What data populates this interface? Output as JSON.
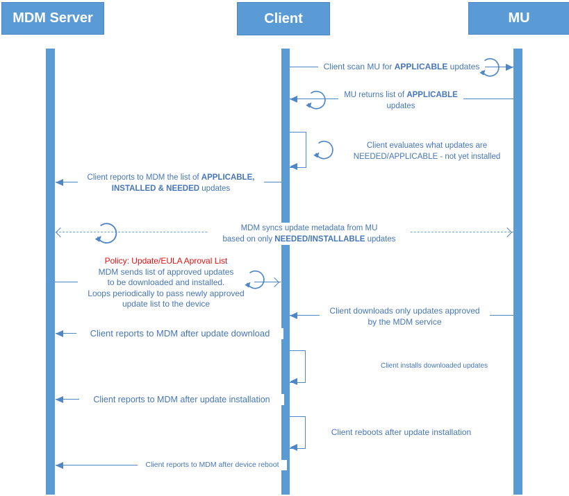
{
  "actors": [
    {
      "label": "MDM Server"
    },
    {
      "label": "Client"
    },
    {
      "label": "MU"
    }
  ],
  "colors": {
    "actor_fill": "#5b9bd5",
    "line_blue": "#4f86c6",
    "text_blue": "#4576b9",
    "policy_red": "#e41111"
  },
  "icons": {
    "sync_loop": "circular-refresh-arrow"
  },
  "messages": [
    {
      "name": "client-scan-mu",
      "from": "Client",
      "to": "MU",
      "lines": [
        [
          {
            "t": "Client scan MU for "
          },
          {
            "t": "APPLICABLE",
            "b": true
          },
          {
            "t": " updates"
          }
        ]
      ]
    },
    {
      "name": "mu-returns-applicable",
      "from": "MU",
      "to": "Client",
      "lines": [
        [
          {
            "t": "MU returns list of "
          },
          {
            "t": "APPLICABLE",
            "b": true
          }
        ],
        [
          {
            "t": "updates"
          }
        ]
      ]
    },
    {
      "name": "client-evaluates",
      "from": "Client",
      "to": "Client",
      "lines": [
        [
          {
            "t": "Client evaluates what updates are"
          }
        ],
        [
          {
            "t": "NEEDED/APPLICABLE - not yet installed"
          }
        ]
      ]
    },
    {
      "name": "client-reports-list",
      "from": "Client",
      "to": "MDM Server",
      "lines": [
        [
          {
            "t": "Client reports to MDM the list of "
          },
          {
            "t": "APPLICABLE,",
            "b": true
          }
        ],
        [
          {
            "t": "INSTALLED & NEEDED",
            "b": true
          },
          {
            "t": " updates"
          }
        ]
      ]
    },
    {
      "name": "mdm-syncs-metadata",
      "from": "MDM Server",
      "to": "MU",
      "style": "dashed-bidirectional",
      "lines": [
        [
          {
            "t": "MDM syncs update metadata from MU"
          }
        ],
        [
          {
            "t": "based on only "
          },
          {
            "t": "NEEDED/INSTALLABLE",
            "b": true
          },
          {
            "t": " updates"
          }
        ]
      ]
    },
    {
      "name": "mdm-sends-approved-list",
      "from": "MDM Server",
      "to": "Client",
      "policy": "Policy: Update/EULA Aproval List",
      "lines": [
        [
          {
            "t": "MDM sends list of approved updates"
          }
        ],
        [
          {
            "t": "to be downloaded and installed."
          }
        ],
        [
          {
            "t": "Loops periodically to pass newly approved"
          }
        ],
        [
          {
            "t": "update list to the device"
          }
        ]
      ]
    },
    {
      "name": "client-downloads-approved",
      "from": "MU",
      "to": "Client",
      "lines": [
        [
          {
            "t": "Client downloads only updates approved"
          }
        ],
        [
          {
            "t": "by the MDM service"
          }
        ]
      ]
    },
    {
      "name": "report-after-download",
      "from": "Client",
      "to": "MDM Server",
      "lines": [
        [
          {
            "t": "Client reports to MDM after update download"
          }
        ]
      ]
    },
    {
      "name": "client-installs",
      "from": "Client",
      "to": "Client",
      "lines": [
        [
          {
            "t": "Client installs downloaded updates"
          }
        ]
      ]
    },
    {
      "name": "report-after-installation",
      "from": "Client",
      "to": "MDM Server",
      "lines": [
        [
          {
            "t": "Client reports to MDM after update installation"
          }
        ]
      ]
    },
    {
      "name": "client-reboots",
      "from": "Client",
      "to": "Client",
      "lines": [
        [
          {
            "t": "Client reboots after update installation"
          }
        ]
      ]
    },
    {
      "name": "report-after-reboot",
      "from": "Client",
      "to": "MDM Server",
      "lines": [
        [
          {
            "t": "Client reports to MDM after device reboot"
          }
        ]
      ]
    }
  ]
}
